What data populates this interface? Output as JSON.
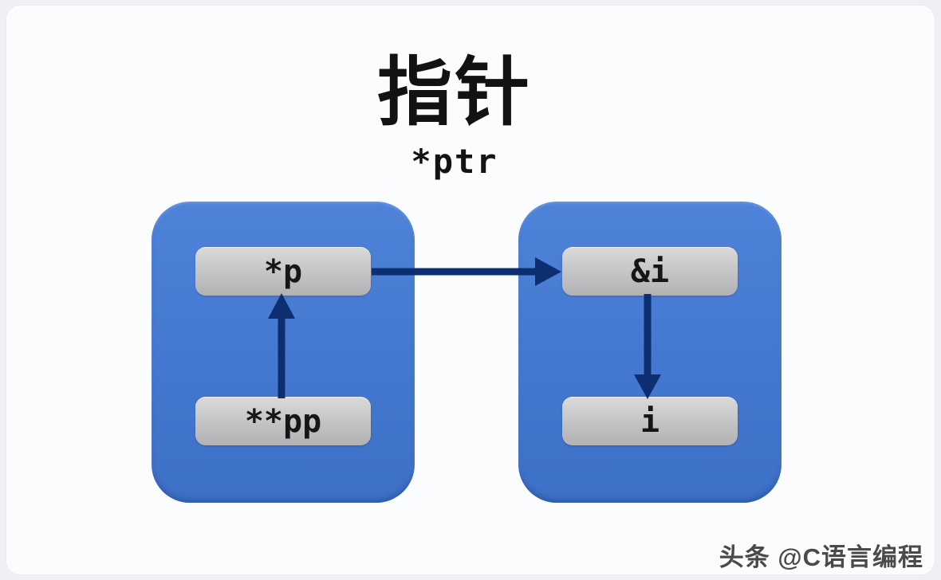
{
  "title": "指针",
  "subtitle": "*ptr",
  "diagram": {
    "left_box": {
      "top_cell": "*p",
      "bottom_cell": "**pp"
    },
    "right_box": {
      "top_cell": "&i",
      "bottom_cell": "i"
    },
    "arrows": [
      {
        "from": "**pp",
        "to": "*p",
        "direction": "up"
      },
      {
        "from": "*p",
        "to": "&i",
        "direction": "right"
      },
      {
        "from": "&i",
        "to": "i",
        "direction": "down"
      }
    ]
  },
  "watermark": "头条 @C语言编程",
  "colors": {
    "box_blue": "#4478d0",
    "arrow_navy": "#0d2f6f",
    "cell_gray": "#c3c3c5",
    "card_background": "#fbfcfe",
    "page_background": "#eef0f3",
    "text_black": "#121212",
    "watermark_gray": "#4a4a4a"
  }
}
